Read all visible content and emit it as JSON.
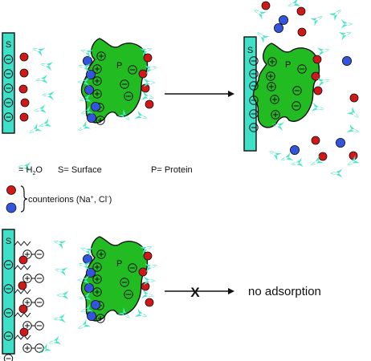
{
  "labels": {
    "surface_letter": "S",
    "protein_letter": "P",
    "plus": "⊕",
    "minus": "⊖",
    "x_mark": "X",
    "no_adsorption": "no adsorption"
  },
  "legend": {
    "water_prefix": "= H",
    "water_sub": "2",
    "water_suffix": "O",
    "surface": "S= Surface",
    "protein": "P= Protein",
    "counterions_prefix": "counterions (Na",
    "counterions_plus": "+",
    "counterions_mid": ", Cl",
    "counterions_minus": "-",
    "counterions_suffix": ")"
  },
  "colors": {
    "surface_fill": "#3fe0c8",
    "protein_fill": "#22bb22",
    "water": "#48e8c4",
    "na_ion": "#d01818",
    "cl_ion": "#3355dd"
  }
}
